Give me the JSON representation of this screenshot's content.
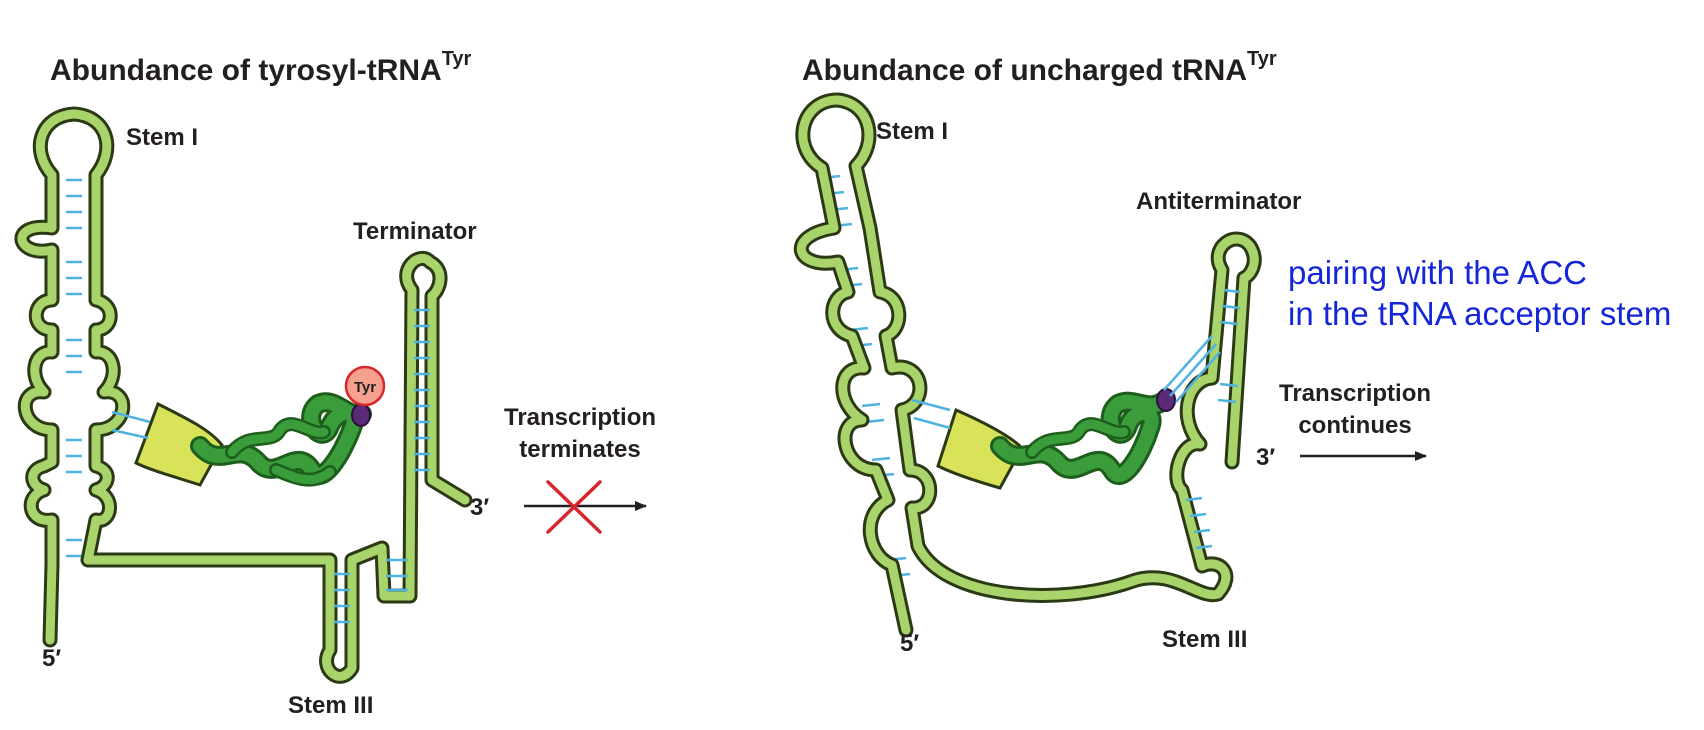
{
  "left_panel": {
    "title": "Abundance of tyrosyl-tRNA",
    "title_superscript": "Tyr",
    "stem1": "Stem I",
    "terminator": "Terminator",
    "tyr_badge": "Tyr",
    "outcome_line1": "Transcription",
    "outcome_line2": "terminates",
    "five_prime": "5′",
    "three_prime": "3′",
    "stem3": "Stem III"
  },
  "right_panel": {
    "title": "Abundance of uncharged tRNA",
    "title_superscript": "Tyr",
    "stem1": "Stem I",
    "antiterminator": "Antiterminator",
    "outcome_line1": "Transcription",
    "outcome_line2": "continues",
    "five_prime": "5′",
    "three_prime": "3′",
    "stem3": "Stem III"
  },
  "annotation": {
    "line1": "pairing with the ACC",
    "line2": "in the tRNA acceptor stem"
  },
  "colors": {
    "rna_fill": "#a9d36b",
    "rna_outline": "#2b3a14",
    "base_pair": "#4fb3e2",
    "trna_green": "#3a9c3a",
    "ribosome_yellow": "#d9e35a",
    "tyr_ball": "#f6a08f",
    "attach_purple": "#5a2a78",
    "cross_red": "#d9262c",
    "annotation_blue": "#1426d8"
  }
}
